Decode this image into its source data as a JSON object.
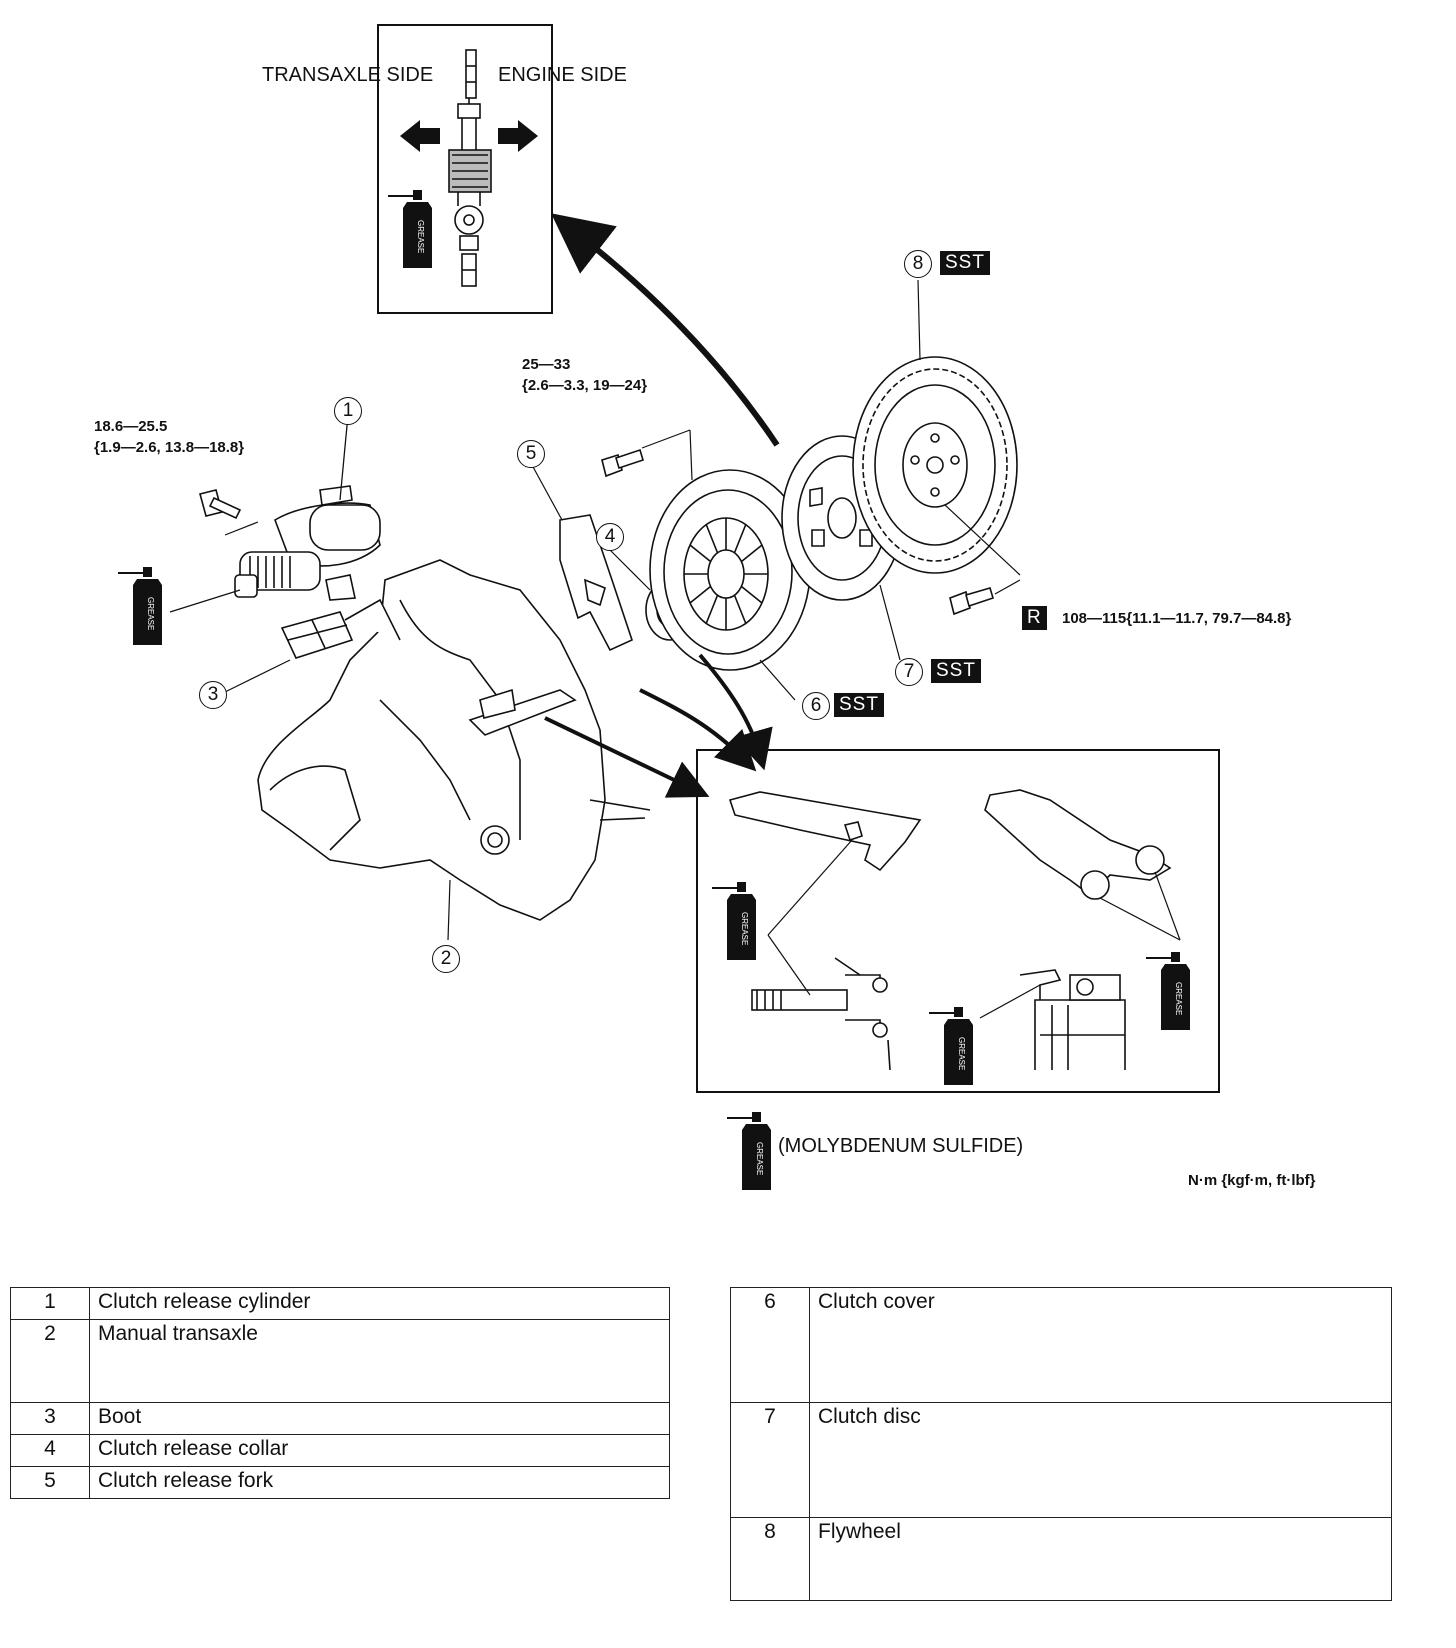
{
  "diagram": {
    "inset_top": {
      "transaxle_side": "TRANSAXLE SIDE",
      "engine_side": "ENGINE SIDE"
    },
    "callouts": [
      "1",
      "2",
      "3",
      "4",
      "5",
      "6",
      "7",
      "8"
    ],
    "sst_label": "SST",
    "r_label": "R",
    "torque_specs": {
      "release_cylinder_line1": "18.6—25.5",
      "release_cylinder_line2": "{1.9—2.6, 13.8—18.8}",
      "clutch_cover_line1": "25—33",
      "clutch_cover_line2": "{2.6—3.3, 19—24}",
      "flywheel": "108—115{11.1—11.7, 79.7—84.8}"
    },
    "grease_label": "GREASE",
    "grease_note": "(MOLYBDENUM SULFIDE)",
    "units": "N·m {kgf·m,  ft·lbf}"
  },
  "parts_table_left": [
    {
      "num": "1",
      "name": "Clutch release cylinder"
    },
    {
      "num": "2",
      "name": "Manual transaxle"
    },
    {
      "num": "3",
      "name": "Boot"
    },
    {
      "num": "4",
      "name": "Clutch release collar"
    },
    {
      "num": "5",
      "name": "Clutch release fork"
    }
  ],
  "parts_table_right": [
    {
      "num": "6",
      "name": "Clutch cover"
    },
    {
      "num": "7",
      "name": "Clutch disc"
    },
    {
      "num": "8",
      "name": "Flywheel"
    }
  ]
}
